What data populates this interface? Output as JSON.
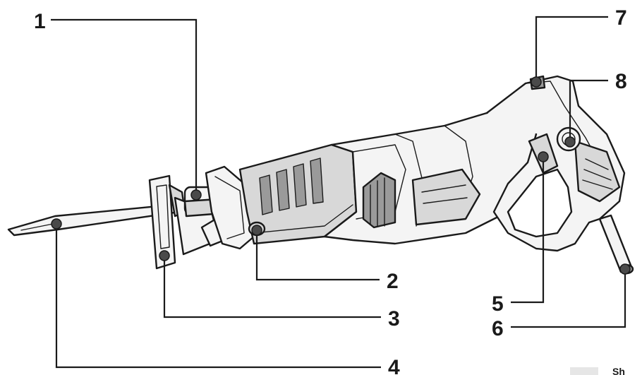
{
  "callouts": [
    {
      "id": "1",
      "label": "1"
    },
    {
      "id": "2",
      "label": "2"
    },
    {
      "id": "3",
      "label": "3"
    },
    {
      "id": "4",
      "label": "4"
    },
    {
      "id": "5",
      "label": "5"
    },
    {
      "id": "6",
      "label": "6"
    },
    {
      "id": "7",
      "label": "7"
    },
    {
      "id": "8",
      "label": "8"
    }
  ],
  "corner_fragment": "Sh"
}
